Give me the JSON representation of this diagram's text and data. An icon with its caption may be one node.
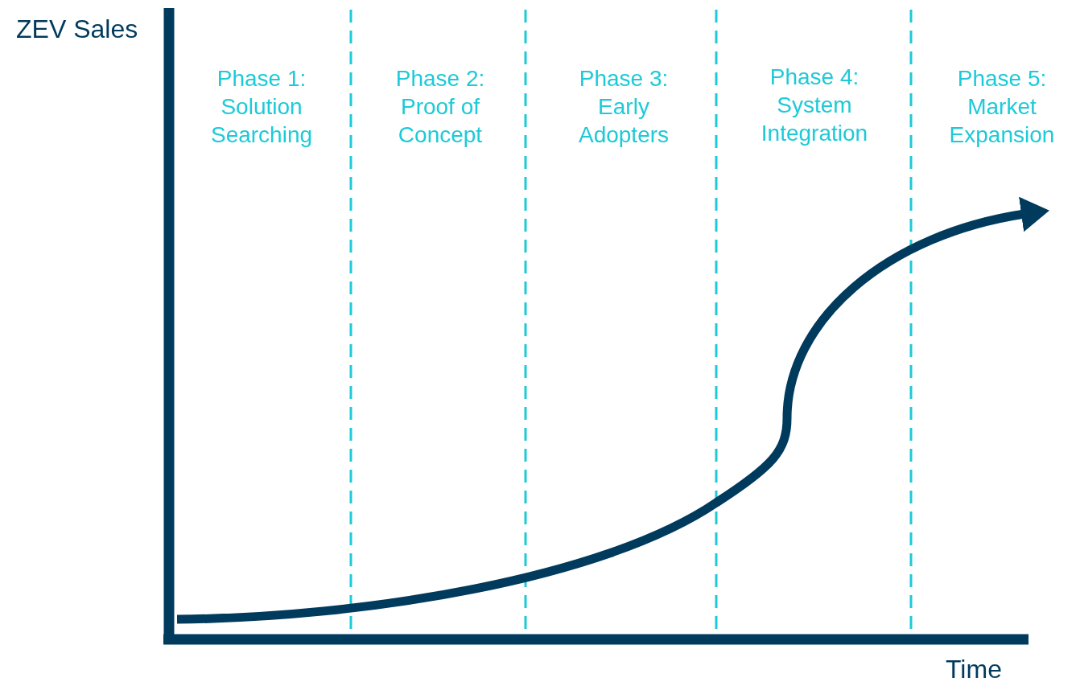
{
  "diagram": {
    "labels": [
      "ZEV Sales",
      "Phase 1: Solution Searching",
      "Phase 2: Proof of Concept",
      "Phase 3: Early Adopters",
      "Phase 4: System Integration",
      "Phase 5: Market Expansion",
      "Time"
    ]
  }
}
